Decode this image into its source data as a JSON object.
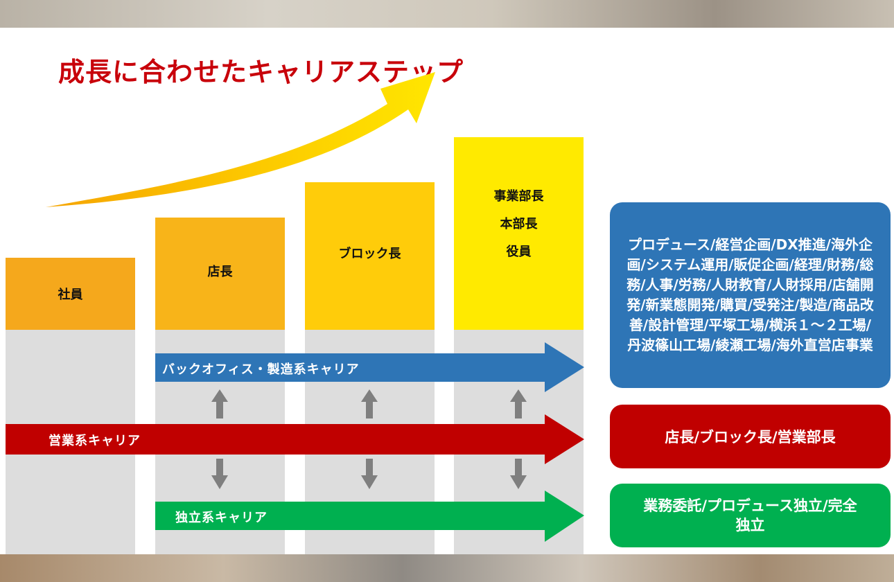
{
  "title": "成長に合わせたキャリアステップ",
  "levels": {
    "l1": "社員",
    "l2": "店長",
    "l3": "ブロック長",
    "l4": [
      "事業部長",
      "本部長",
      "役員"
    ]
  },
  "career_paths": {
    "back_office": {
      "label": "バックオフィス・製造系キャリア",
      "color": "#2e75b6",
      "roles": "プロデュース/経営企画/DX推進/海外企画/システム運用/販促企画/経理/財務/総務/人事/労務/人財教育/人財採用/店舗開発/新業態開発/購買/受発注/製造/商品改善/設計管理/平塚工場/横浜１～２工場/丹波篠山工場/綾瀬工場/海外直営店事業"
    },
    "sales": {
      "label": "営業系キャリア",
      "color": "#c00000",
      "roles": "店長/ブロック長/営業部長"
    },
    "independent": {
      "label": "独立系キャリア",
      "color": "#00b050",
      "roles": "業務委託/プロデュース独立/完全独立"
    }
  },
  "colors": {
    "title": "#c8000a",
    "level_1": "#f5a81c",
    "level_2": "#f8b419",
    "level_3": "#ffcc0a",
    "level_4": "#ffea00",
    "growth_arrow": "#fcc600",
    "transition_arrows": "#7f7f7f"
  }
}
